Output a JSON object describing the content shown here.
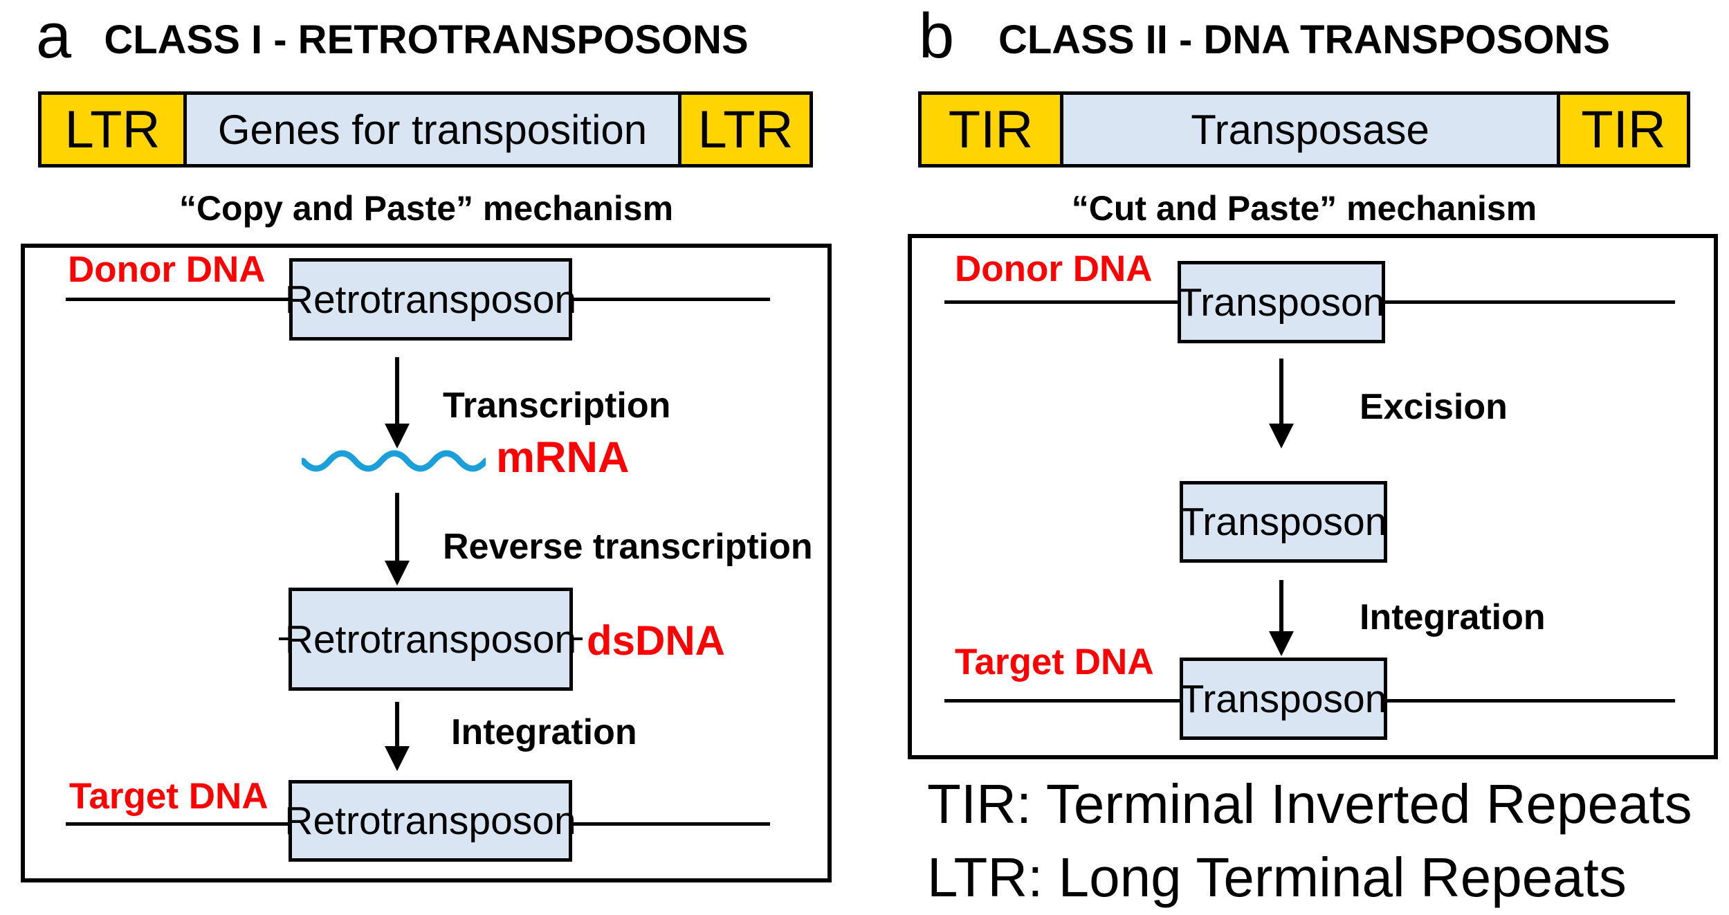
{
  "colors": {
    "yellow": "#FFD400",
    "box_blue": "#D9E5F3",
    "red": "#FF0000",
    "wave_blue": "#1B9FD8"
  },
  "panel_a": {
    "label": "a",
    "title": "CLASS I - RETROTRANSPOSONS",
    "bar": {
      "left": "LTR",
      "middle": "Genes for transposition",
      "right": "LTR"
    },
    "mechanism": "“Copy and Paste” mechanism",
    "donor": "Donor DNA",
    "element": "Retrotransposon",
    "steps": {
      "transcription": "Transcription",
      "reverse_transcription": "Reverse transcription",
      "integration": "Integration"
    },
    "mrna": "mRNA",
    "dsdna": "dsDNA",
    "target": "Target DNA"
  },
  "panel_b": {
    "label": "b",
    "title": "CLASS II - DNA TRANSPOSONS",
    "bar": {
      "left": "TIR",
      "middle": "Transposase",
      "right": "TIR"
    },
    "mechanism": "“Cut and Paste” mechanism",
    "donor": "Donor DNA",
    "element": "Transposon",
    "steps": {
      "excision": "Excision",
      "integration": "Integration"
    },
    "target": "Target DNA"
  },
  "legend": {
    "line1": "TIR: Terminal Inverted Repeats",
    "line2": "LTR: Long Terminal Repeats"
  }
}
